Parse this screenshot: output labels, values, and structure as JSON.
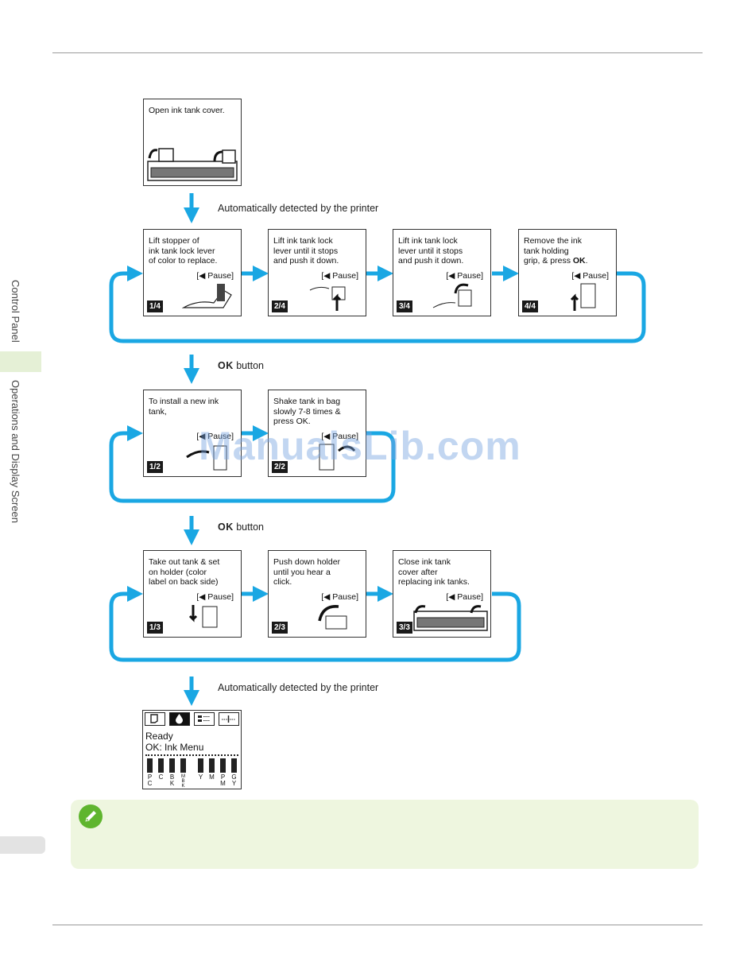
{
  "sidebar": {
    "section_label": "Control Panel",
    "chapter_label": "Operations and Display Screen"
  },
  "watermark": "ManualsLib.com",
  "flow": {
    "start_screen": {
      "text": "Open ink tank cover."
    },
    "transition_auto_1": "Automatically detected by the printer",
    "row1": [
      {
        "text": "Lift stopper of\nink tank lock lever\nof color to replace.",
        "pause": "[◀  Pause]",
        "badge": "1/4"
      },
      {
        "text": "Lift ink tank lock\nlever until it stops\nand push it down.",
        "pause": "[◀  Pause]",
        "badge": "2/4"
      },
      {
        "text": "Lift ink tank lock\nlever until it stops\nand push it down.",
        "pause": "[◀  Pause]",
        "badge": "3/4"
      },
      {
        "text": "Remove the ink\ntank holding\ngrip, & press OK.",
        "pause": "[◀  Pause]",
        "badge": "4/4"
      }
    ],
    "transition_ok_1": {
      "key": "OK",
      "word": "button"
    },
    "row2": [
      {
        "text": "To install a new ink\ntank,",
        "pause": "[◀  Pause]",
        "badge": "1/2"
      },
      {
        "text": "Shake tank in bag\nslowly 7-8 times &\npress OK.",
        "pause": "[◀  Pause]",
        "badge": "2/2"
      }
    ],
    "transition_ok_2": {
      "key": "OK",
      "word": "button"
    },
    "row3": [
      {
        "text": "Take out tank & set\non holder (color\nlabel on back side)",
        "pause": "[◀  Pause]",
        "badge": "1/3"
      },
      {
        "text": "Push down holder\nuntil you hear a\nclick.",
        "pause": "[◀  Pause]",
        "badge": "2/3"
      },
      {
        "text": "Close ink tank\ncover after\nreplacing ink tanks.",
        "pause": "[◀  Pause]",
        "badge": "3/3"
      }
    ],
    "transition_auto_2": "Automatically detected by the printer",
    "final_display": {
      "status_line1": "Ready",
      "status_line2": "OK: Ink Menu",
      "tab_icons": [
        "paper-icon",
        "ink-drop-icon",
        "menu-list-icon",
        "settings-icon"
      ],
      "inks": [
        "P\nC",
        "C",
        "B\nK",
        "M\nB\nK",
        "Y",
        "M",
        "P\nM",
        "G\nY"
      ]
    }
  },
  "colors": {
    "arrow": "#1aa7e3",
    "note_bg": "#eef6df",
    "note_icon": "#5fb52e"
  }
}
